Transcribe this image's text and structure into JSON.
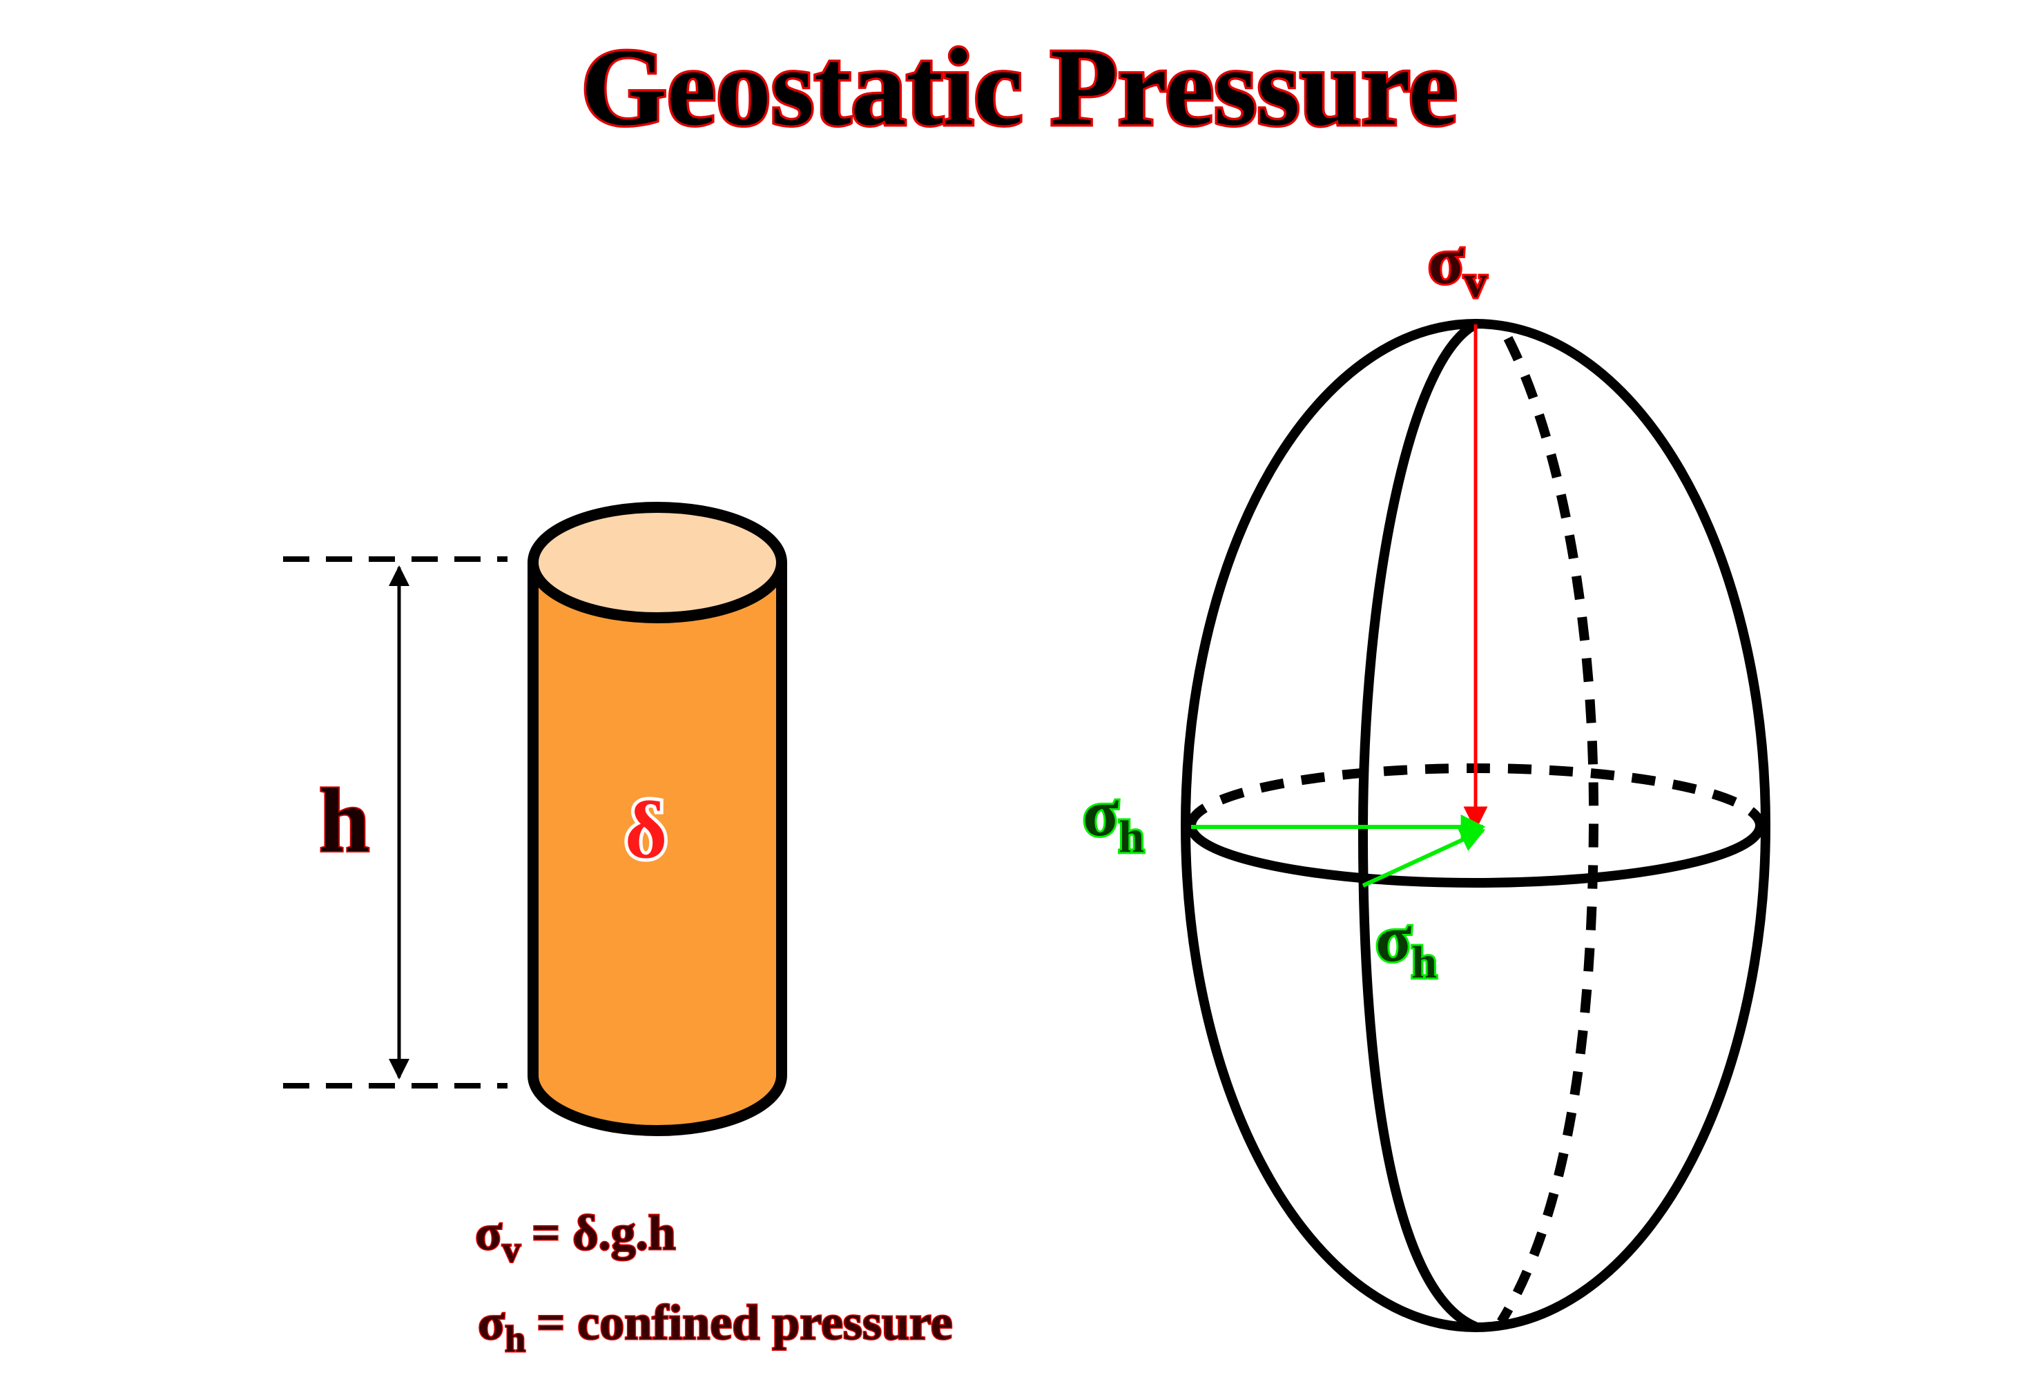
{
  "title": "Geostatic Pressure",
  "colors": {
    "title_fill": "#000000",
    "title_outline": "#e00000",
    "cylinder_body": "#fb9c37",
    "cylinder_top": "#fdd6ac",
    "sigma_v": "#ff0000",
    "sigma_h": "#00ee00",
    "outline": "#000000",
    "formula_fill": "#3a0000",
    "formula_outline": "#e00000"
  },
  "cylinder": {
    "height_label": "h",
    "density_label": "δ"
  },
  "ellipsoid": {
    "sigma_v": {
      "symbol": "σ",
      "subscript": "v"
    },
    "sigma_h_left": {
      "symbol": "σ",
      "subscript": "h"
    },
    "sigma_h_front": {
      "symbol": "σ",
      "subscript": "h"
    }
  },
  "formulas": {
    "line1": {
      "symbol": "σ",
      "subscript": "v",
      "text": "= δ.g.h"
    },
    "line2": {
      "symbol": "σ",
      "subscript": "h",
      "text": "= confined pressure"
    }
  }
}
